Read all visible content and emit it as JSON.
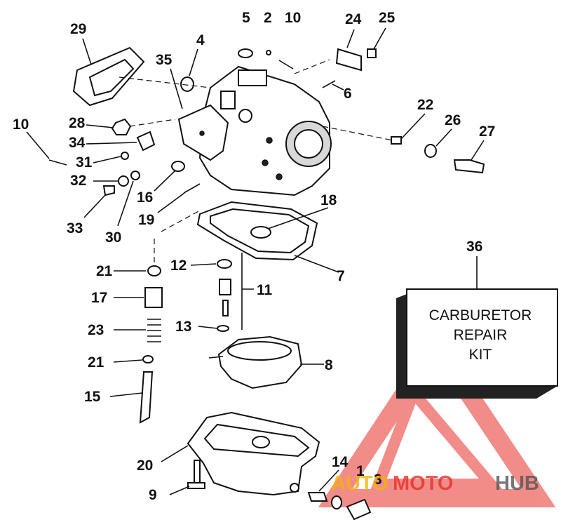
{
  "callouts": [
    "29",
    "5",
    "2",
    "10",
    "24",
    "25",
    "4",
    "35",
    "6",
    "22",
    "26",
    "27",
    "10",
    "28",
    "34",
    "31",
    "32",
    "16",
    "33",
    "19",
    "30",
    "18",
    "36",
    "7",
    "21",
    "12",
    "11",
    "17",
    "23",
    "13",
    "21",
    "8",
    "15",
    "20",
    "14",
    "1",
    "3",
    "9"
  ],
  "kit_box": {
    "lines": [
      "CARBURETOR",
      "REPAIR",
      "KIT"
    ]
  },
  "watermark": {
    "part_a": "AUTO",
    "part_b": "MOTO",
    "part_c": "HUB",
    "color_red": "#e8302a",
    "color_yellow": "#f5b400",
    "color_gray": "#555555"
  }
}
